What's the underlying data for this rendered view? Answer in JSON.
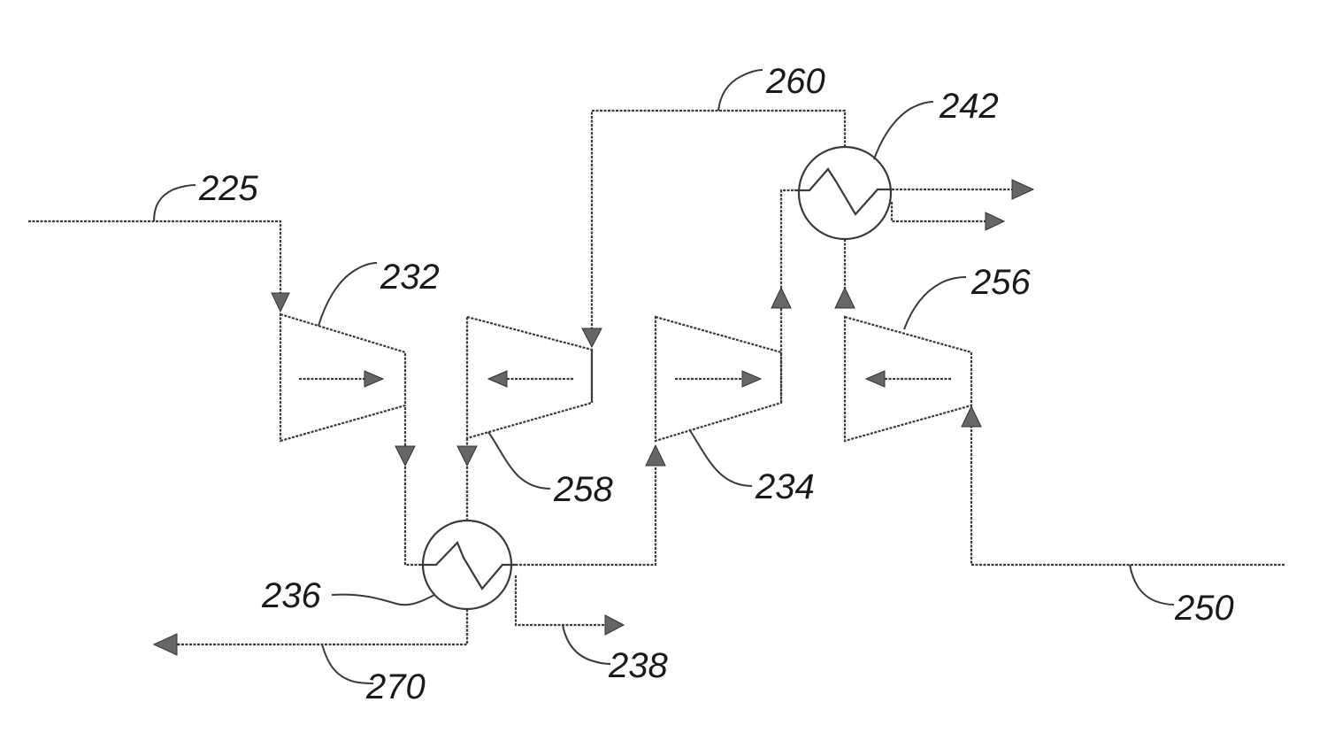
{
  "labels": {
    "l225": "225",
    "l232": "232",
    "l260": "260",
    "l242": "242",
    "l256": "256",
    "l258": "258",
    "l234": "234",
    "l236": "236",
    "l270": "270",
    "l238": "238",
    "l250": "250"
  },
  "colors": {
    "line": "#3a3a3a",
    "arrowhead": "#666666"
  }
}
